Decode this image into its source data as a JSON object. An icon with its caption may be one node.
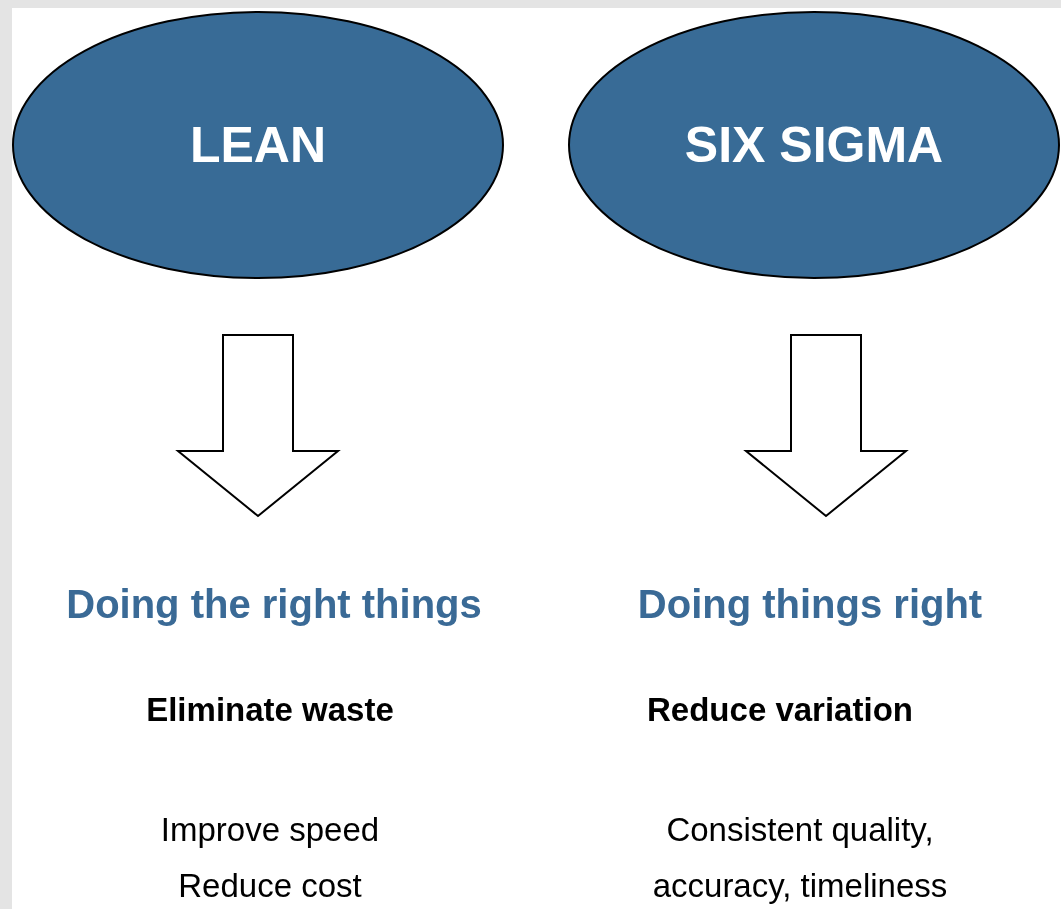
{
  "diagram": {
    "nodes": [
      {
        "text": [
          "LEAN"
        ]
      },
      {
        "text": [
          "SIX SIGMA"
        ]
      },
      {
        "text": [
          "Doing the right things"
        ]
      },
      {
        "text": [
          "Doing things right"
        ]
      }
    ],
    "edges": [
      {
        "from": 0,
        "to": 2,
        "arrow": "to"
      },
      {
        "from": 1,
        "to": 3,
        "arrow": "to"
      }
    ],
    "labels": [
      "Eliminate waste",
      "Reduce variation",
      "Improve speed",
      "Consistent quality, accuracy, timeliness",
      "Reduce cost"
    ]
  }
}
